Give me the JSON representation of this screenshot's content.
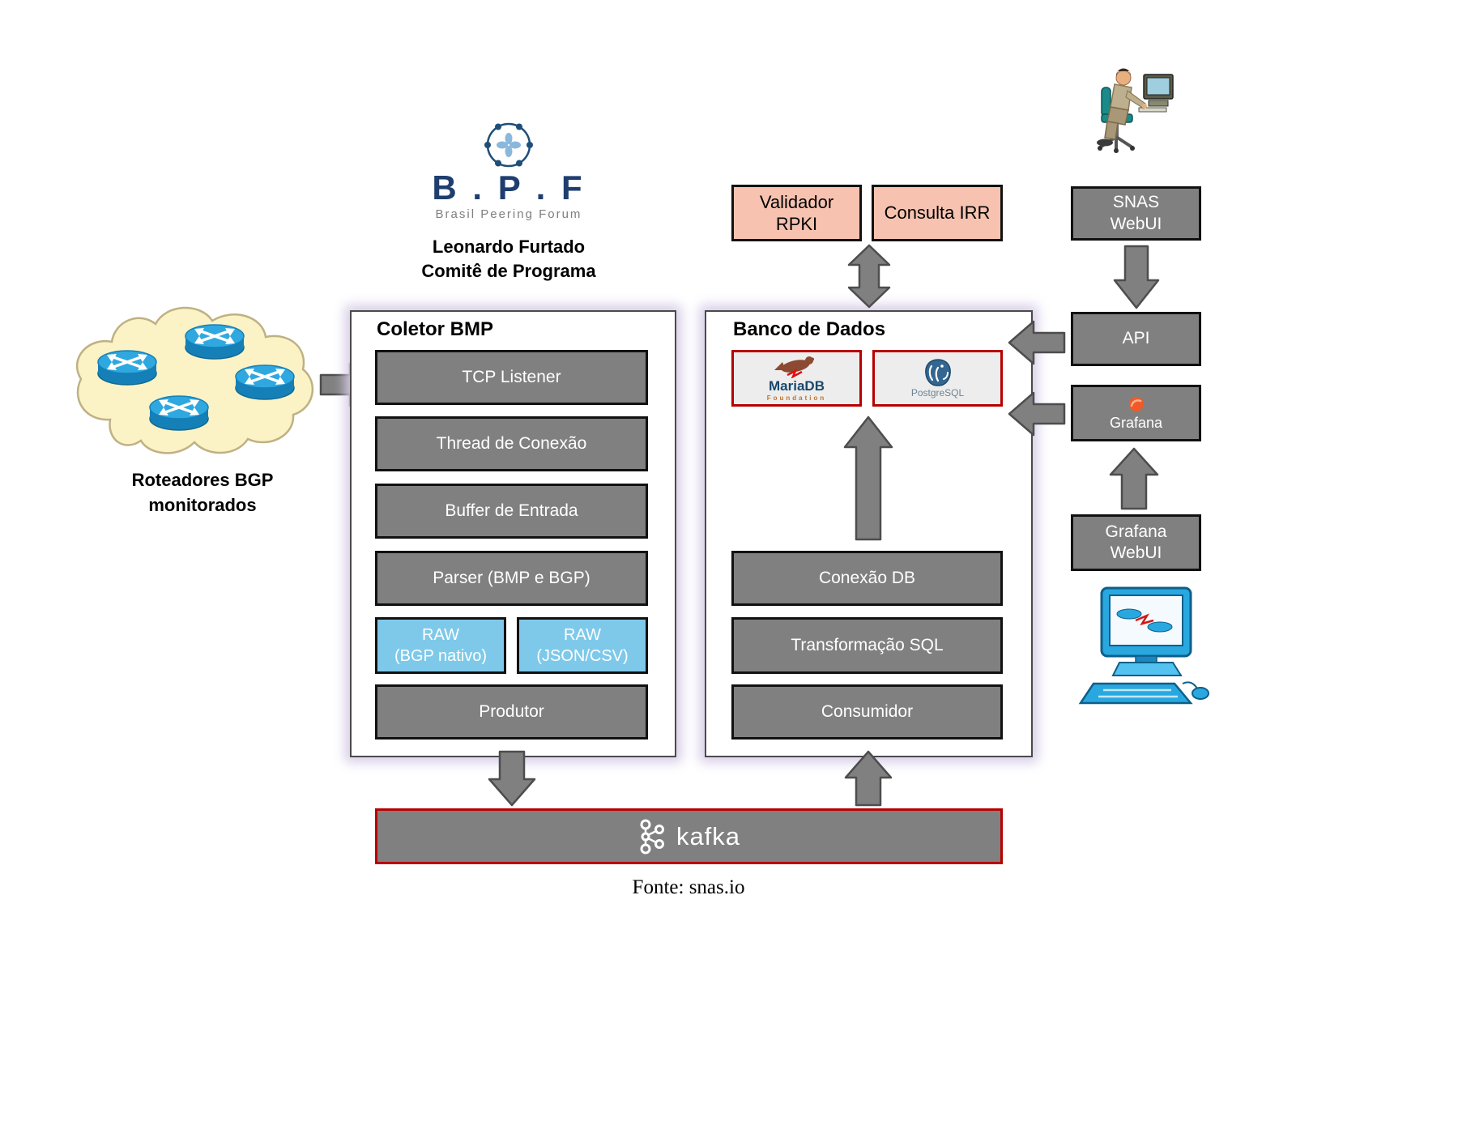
{
  "bpf": {
    "title": "B . P . F",
    "subtitle": "Brasil Peering Forum",
    "author": "Leonardo Furtado",
    "role": "Comitê de Programa"
  },
  "cloud": {
    "line1": "Roteadores BGP",
    "line2": "monitorados"
  },
  "coletor": {
    "title": "Coletor BMP",
    "tcp": "TCP Listener",
    "thread": "Thread de Conexão",
    "buffer": "Buffer de Entrada",
    "parser": "Parser (BMP e BGP)",
    "raw1_line1": "RAW",
    "raw1_line2": "(BGP nativo)",
    "raw2_line1": "RAW",
    "raw2_line2": "(JSON/CSV)",
    "produtor": "Produtor"
  },
  "banco": {
    "title": "Banco de Dados",
    "mariadb_name": "MariaDB",
    "mariadb_sub": "Foundation",
    "postgres_name": "PostgreSQL",
    "conexao": "Conexão DB",
    "transformacao": "Transformação SQL",
    "consumidor": "Consumidor"
  },
  "validadores": {
    "rpki_line1": "Validador",
    "rpki_line2": "RPKI",
    "irr": "Consulta IRR"
  },
  "direita": {
    "snas_line1": "SNAS",
    "snas_line2": "WebUI",
    "api": "API",
    "grafana": "Grafana",
    "gwebui_line1": "Grafana",
    "gwebui_line2": "WebUI"
  },
  "kafka": {
    "label": "kafka"
  },
  "fonte": "Fonte: snas.io",
  "colors": {
    "box_gray": "#808080",
    "box_salmon": "#F7C3B0",
    "box_blue": "#7EC9EA",
    "border_red": "#B80000",
    "cloud_fill": "#FBF2C6",
    "glow_purple": "#d5cbe6",
    "bpf_navy": "#1F3E6E",
    "grafana_orange": "#F05A28"
  }
}
